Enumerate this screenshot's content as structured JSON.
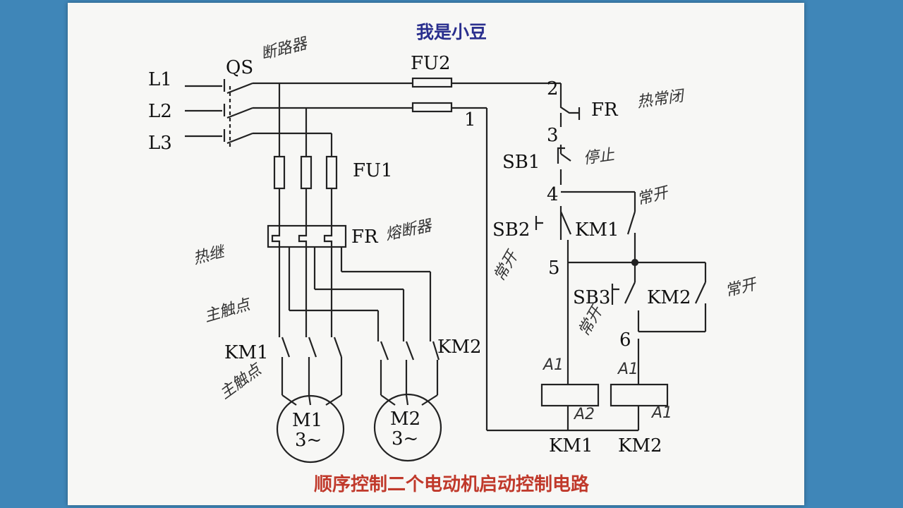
{
  "top_title": "我是小豆",
  "bottom_title": "顺序控制二个电动机启动控制电路",
  "labels": {
    "l1": "L1",
    "l2": "L2",
    "l3": "L3",
    "qs": "QS",
    "fu2": "FU2",
    "fu1": "FU1",
    "fr_main": "FR",
    "fr_ctrl": "FR",
    "km1_main": "KM1",
    "km2_main": "KM2",
    "m1": "M1",
    "m1_phase": "3~",
    "m2": "M2",
    "m2_phase": "3~",
    "n1": "1",
    "n2": "2",
    "n3": "3",
    "n4": "4",
    "n5": "5",
    "n6": "6",
    "sb1": "SB1",
    "sb2": "SB2",
    "sb3": "SB3",
    "km1_aux": "KM1",
    "km2_aux": "KM2",
    "coil_km1": "KM1",
    "coil_km2": "KM2"
  },
  "handwritten": {
    "qs_note": "断路器",
    "fu1_note": "熔断器",
    "fr_ctrl_note": "热常闭",
    "sb1_note": "停止",
    "km1_note": "常开",
    "km2_note": "常开",
    "sb2_note": "常开",
    "sb3_note": "常开",
    "fr_main_note": "热继",
    "contact_note": "主触点",
    "km1_contact_note": "主触点",
    "coil1_a1": "A1",
    "coil1_a2": "A2",
    "coil2_a1": "A1",
    "coil2_a2": "A1"
  }
}
